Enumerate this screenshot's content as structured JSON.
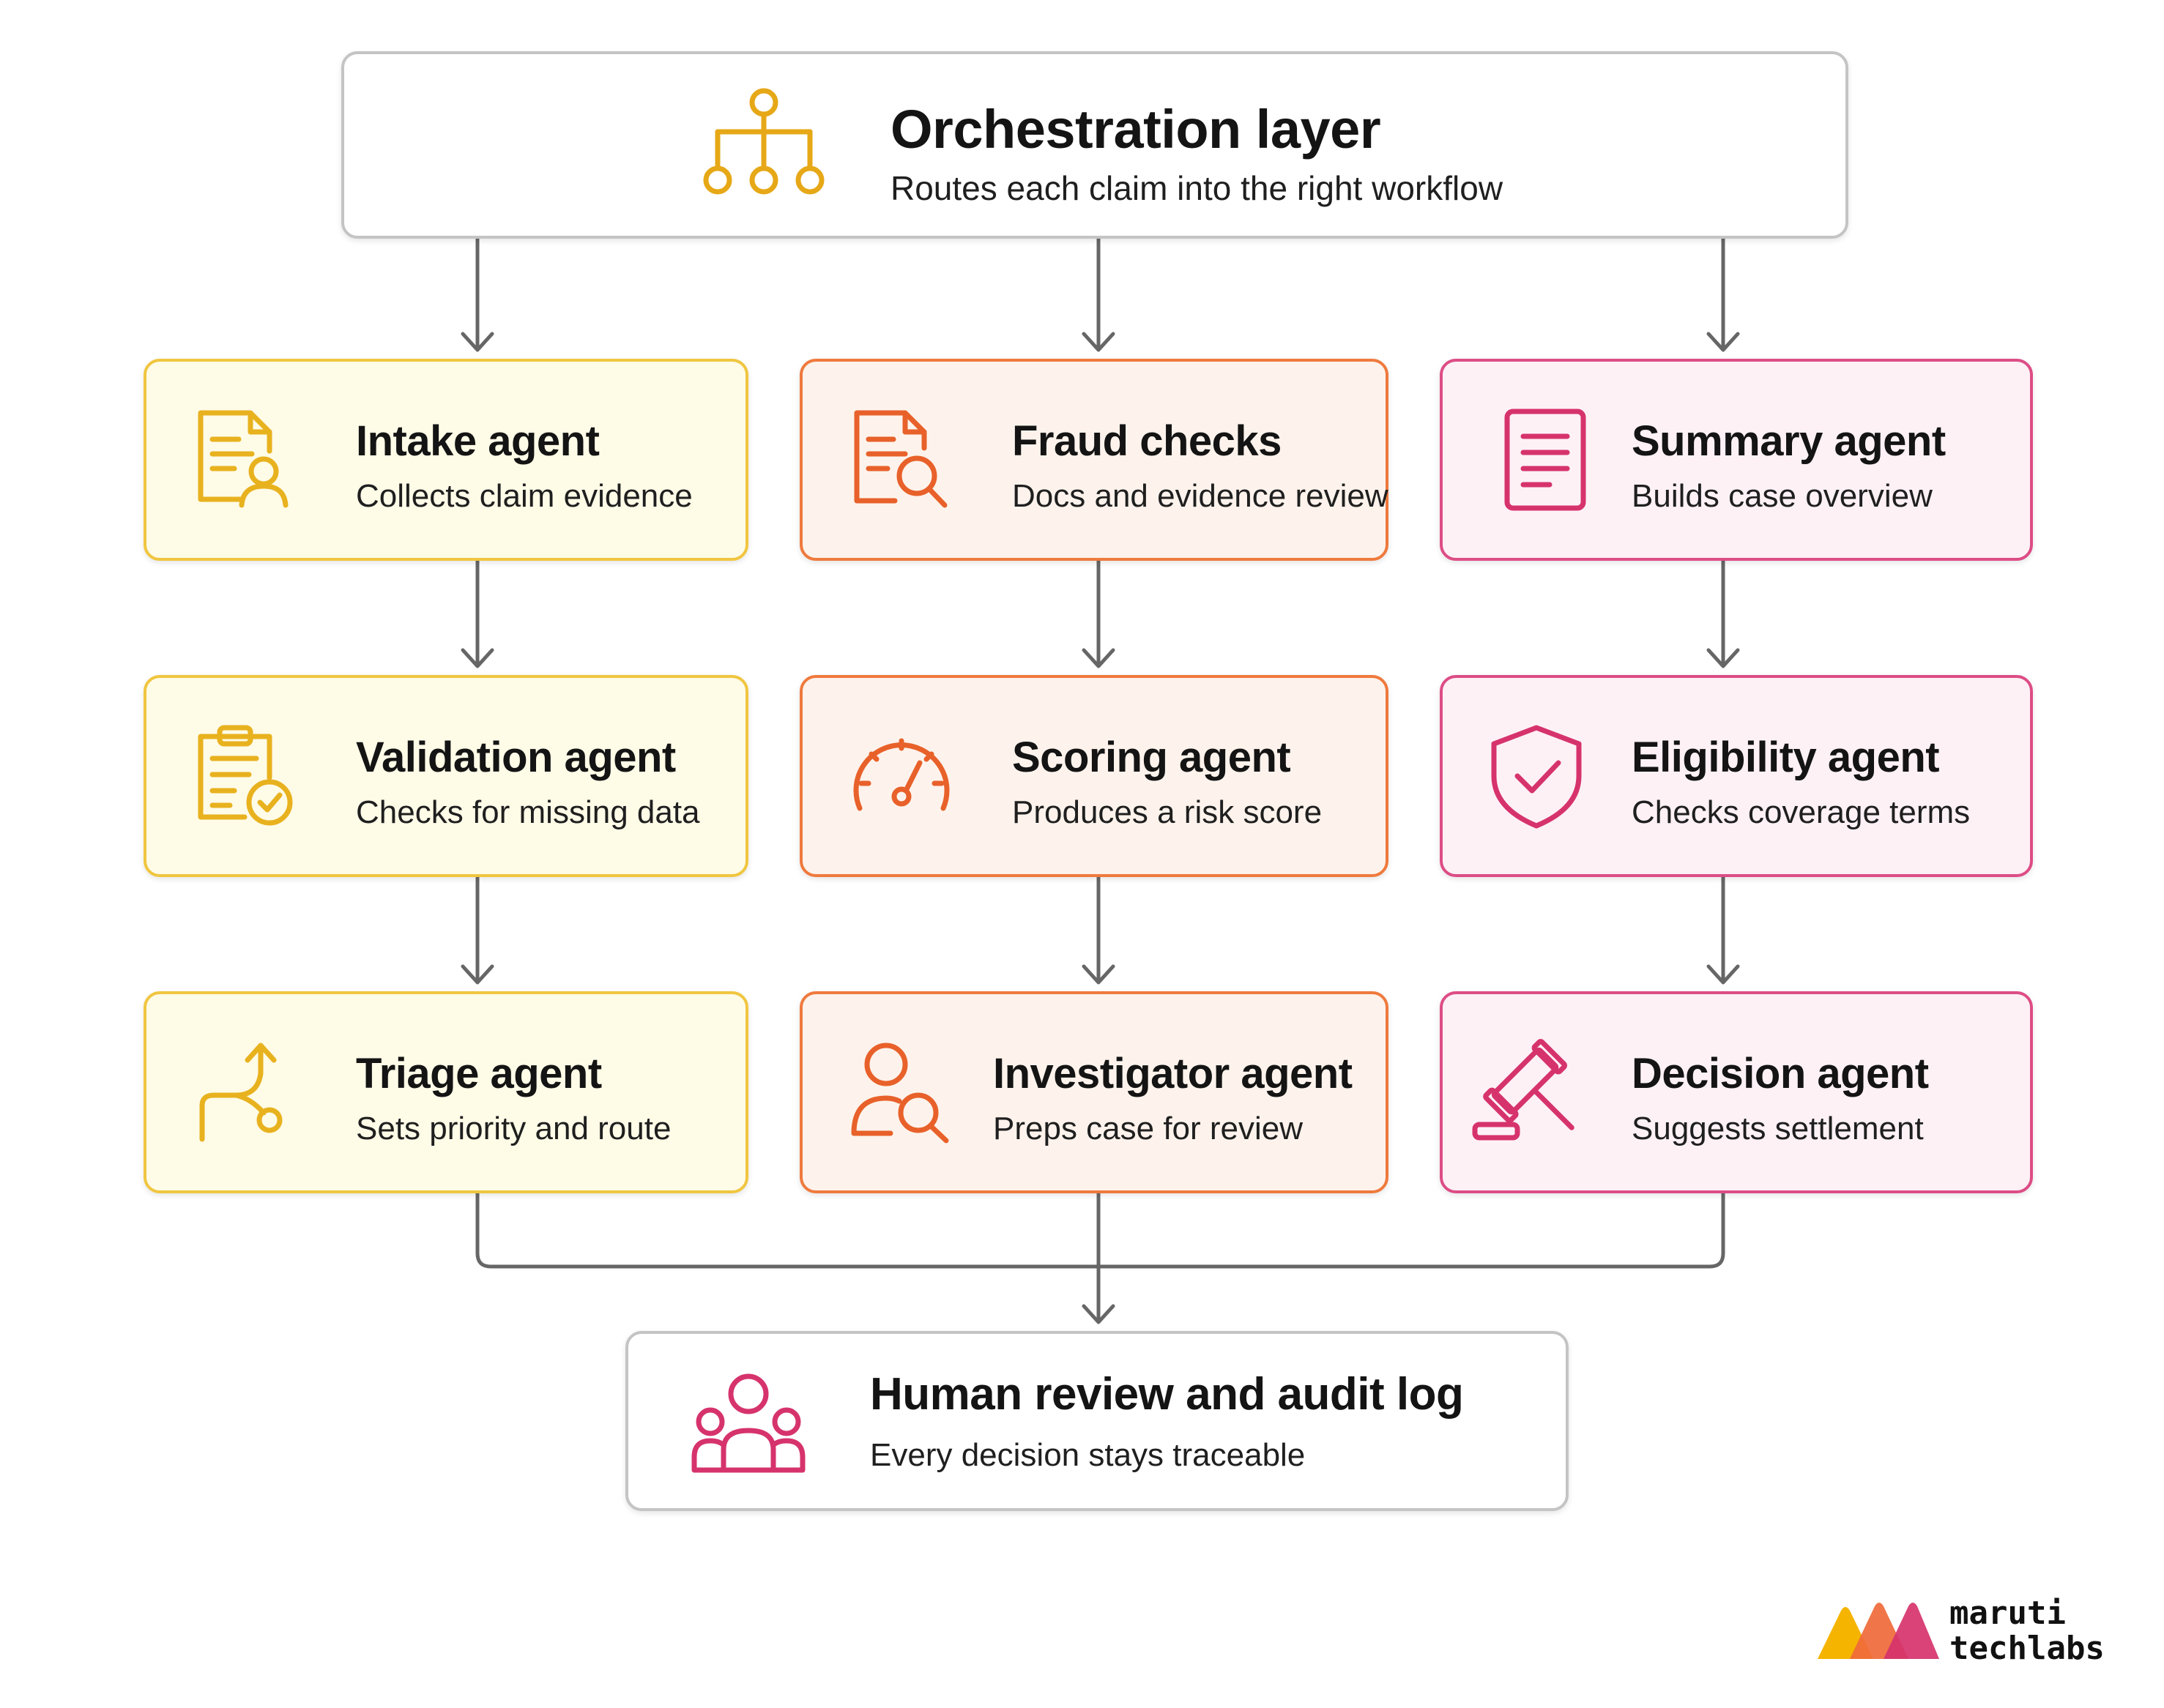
{
  "diagram": {
    "orchestration": {
      "title": "Orchestration layer",
      "subtitle": "Routes each claim into the right workflow",
      "icon": "hierarchy-icon"
    },
    "columns": [
      {
        "color": "#e8b21f",
        "fill": "#fefbe7",
        "agents": [
          {
            "title": "Intake agent",
            "subtitle": "Collects claim evidence",
            "icon": "document-user-icon"
          },
          {
            "title": "Validation agent",
            "subtitle": "Checks for missing data",
            "icon": "clipboard-check-icon"
          },
          {
            "title": "Triage agent",
            "subtitle": "Sets priority and route",
            "icon": "route-arrow-icon"
          }
        ]
      },
      {
        "color": "#e8612a",
        "fill": "#fdf3ec",
        "agents": [
          {
            "title": "Fraud checks",
            "subtitle": "Docs and evidence review",
            "icon": "document-search-icon"
          },
          {
            "title": "Scoring agent",
            "subtitle": "Produces a risk score",
            "icon": "gauge-icon"
          },
          {
            "title": "Investigator agent",
            "subtitle": "Preps case for review",
            "icon": "user-search-icon"
          }
        ]
      },
      {
        "color": "#d6336c",
        "fill": "#fdf1f6",
        "agents": [
          {
            "title": "Summary agent",
            "subtitle": "Builds case overview",
            "icon": "document-lines-icon"
          },
          {
            "title": "Eligibility agent",
            "subtitle": "Checks coverage terms",
            "icon": "shield-check-icon"
          },
          {
            "title": "Decision agent",
            "subtitle": "Suggests settlement",
            "icon": "gavel-icon"
          }
        ]
      }
    ],
    "human_review": {
      "title": "Human review and audit log",
      "subtitle": "Every decision stays traceable",
      "icon": "people-group-icon"
    }
  },
  "brand": {
    "name_line1": "maruti",
    "name_line2": "techlabs",
    "colors": [
      "#f5b400",
      "#ef6a3a",
      "#d6336c"
    ]
  },
  "colors": {
    "connector": "#666666",
    "orchestration_icon": "#e6a817",
    "human_review_icon": "#d6336c"
  }
}
